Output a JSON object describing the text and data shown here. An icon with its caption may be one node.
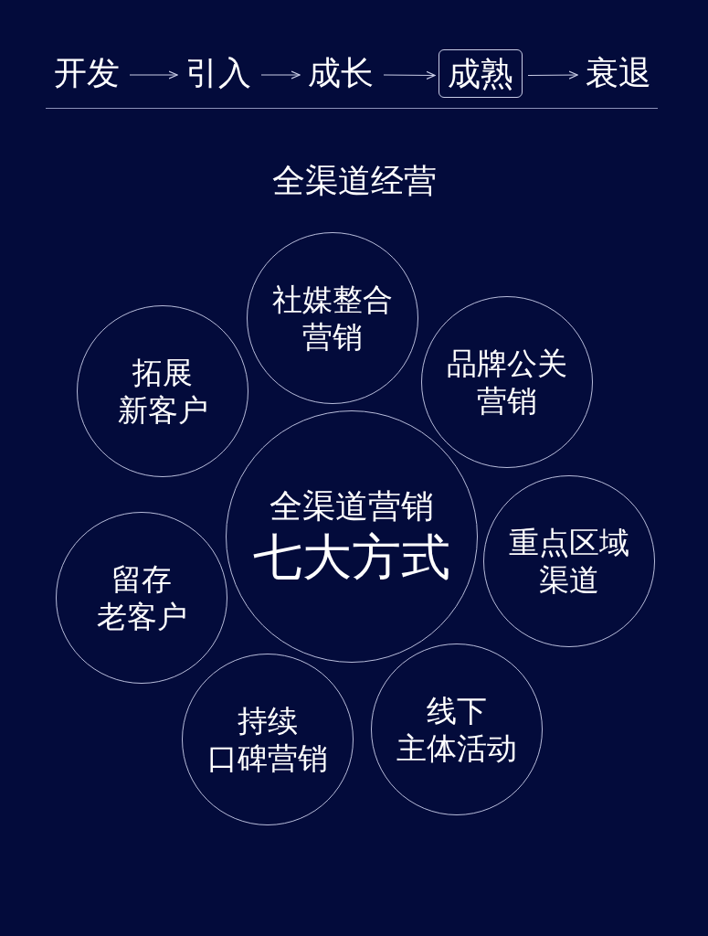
{
  "diagram": {
    "nodes": [
      {
        "text": [
          "开发"
        ]
      },
      {
        "text": [
          "引入"
        ]
      },
      {
        "text": [
          "成长"
        ]
      },
      {
        "text": [
          "成熟"
        ]
      },
      {
        "text": [
          "衰退"
        ]
      },
      {
        "text": [
          "全渠道营销",
          "七大方式"
        ]
      },
      {
        "text": [
          "拓展新客户"
        ]
      },
      {
        "text": [
          "社媒整合营销"
        ]
      },
      {
        "text": [
          "品牌公关营销"
        ]
      },
      {
        "text": [
          "重点区域渠道"
        ]
      },
      {
        "text": [
          "线下主体活动"
        ]
      },
      {
        "text": [
          "持续口碑营销"
        ]
      },
      {
        "text": [
          "留存老客户"
        ]
      }
    ],
    "edges": [
      {
        "from": 0,
        "to": 1,
        "arrow": "to"
      },
      {
        "from": 1,
        "to": 2,
        "arrow": "to"
      },
      {
        "from": 2,
        "to": 3,
        "arrow": "to"
      },
      {
        "from": 3,
        "to": 4,
        "arrow": "to"
      }
    ],
    "labels": [
      "全渠道经营"
    ]
  }
}
